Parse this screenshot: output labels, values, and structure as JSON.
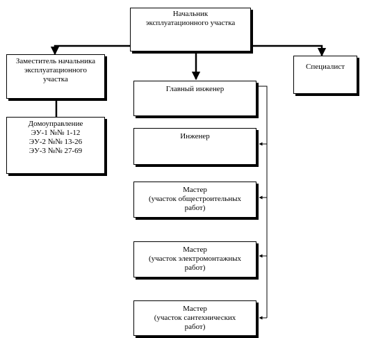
{
  "diagram": {
    "head": {
      "lines": [
        "Начальник",
        "эксплуатационного участка"
      ]
    },
    "deputy": {
      "lines": [
        "Заместитель начальника",
        "эксплуатационного",
        "участка"
      ]
    },
    "specialist": {
      "lines": [
        "Специалист"
      ]
    },
    "housing": {
      "lines": [
        "Домоуправление",
        "ЭУ-1 №№ 1-12",
        "ЭУ-2 №№ 13-26",
        "ЭУ-3 №№ 27-69"
      ]
    },
    "chief_engineer": {
      "lines": [
        "Главный инженер"
      ]
    },
    "engineer": {
      "lines": [
        "Инженер"
      ]
    },
    "master_construction": {
      "lines": [
        "Мастер",
        "(участок общестроительных",
        "работ)"
      ]
    },
    "master_electrical": {
      "lines": [
        "Мастер",
        "(участок электромонтажных",
        "работ)"
      ]
    },
    "master_plumbing": {
      "lines": [
        "Мастер",
        "(участок сантехнических",
        "работ)"
      ]
    }
  }
}
